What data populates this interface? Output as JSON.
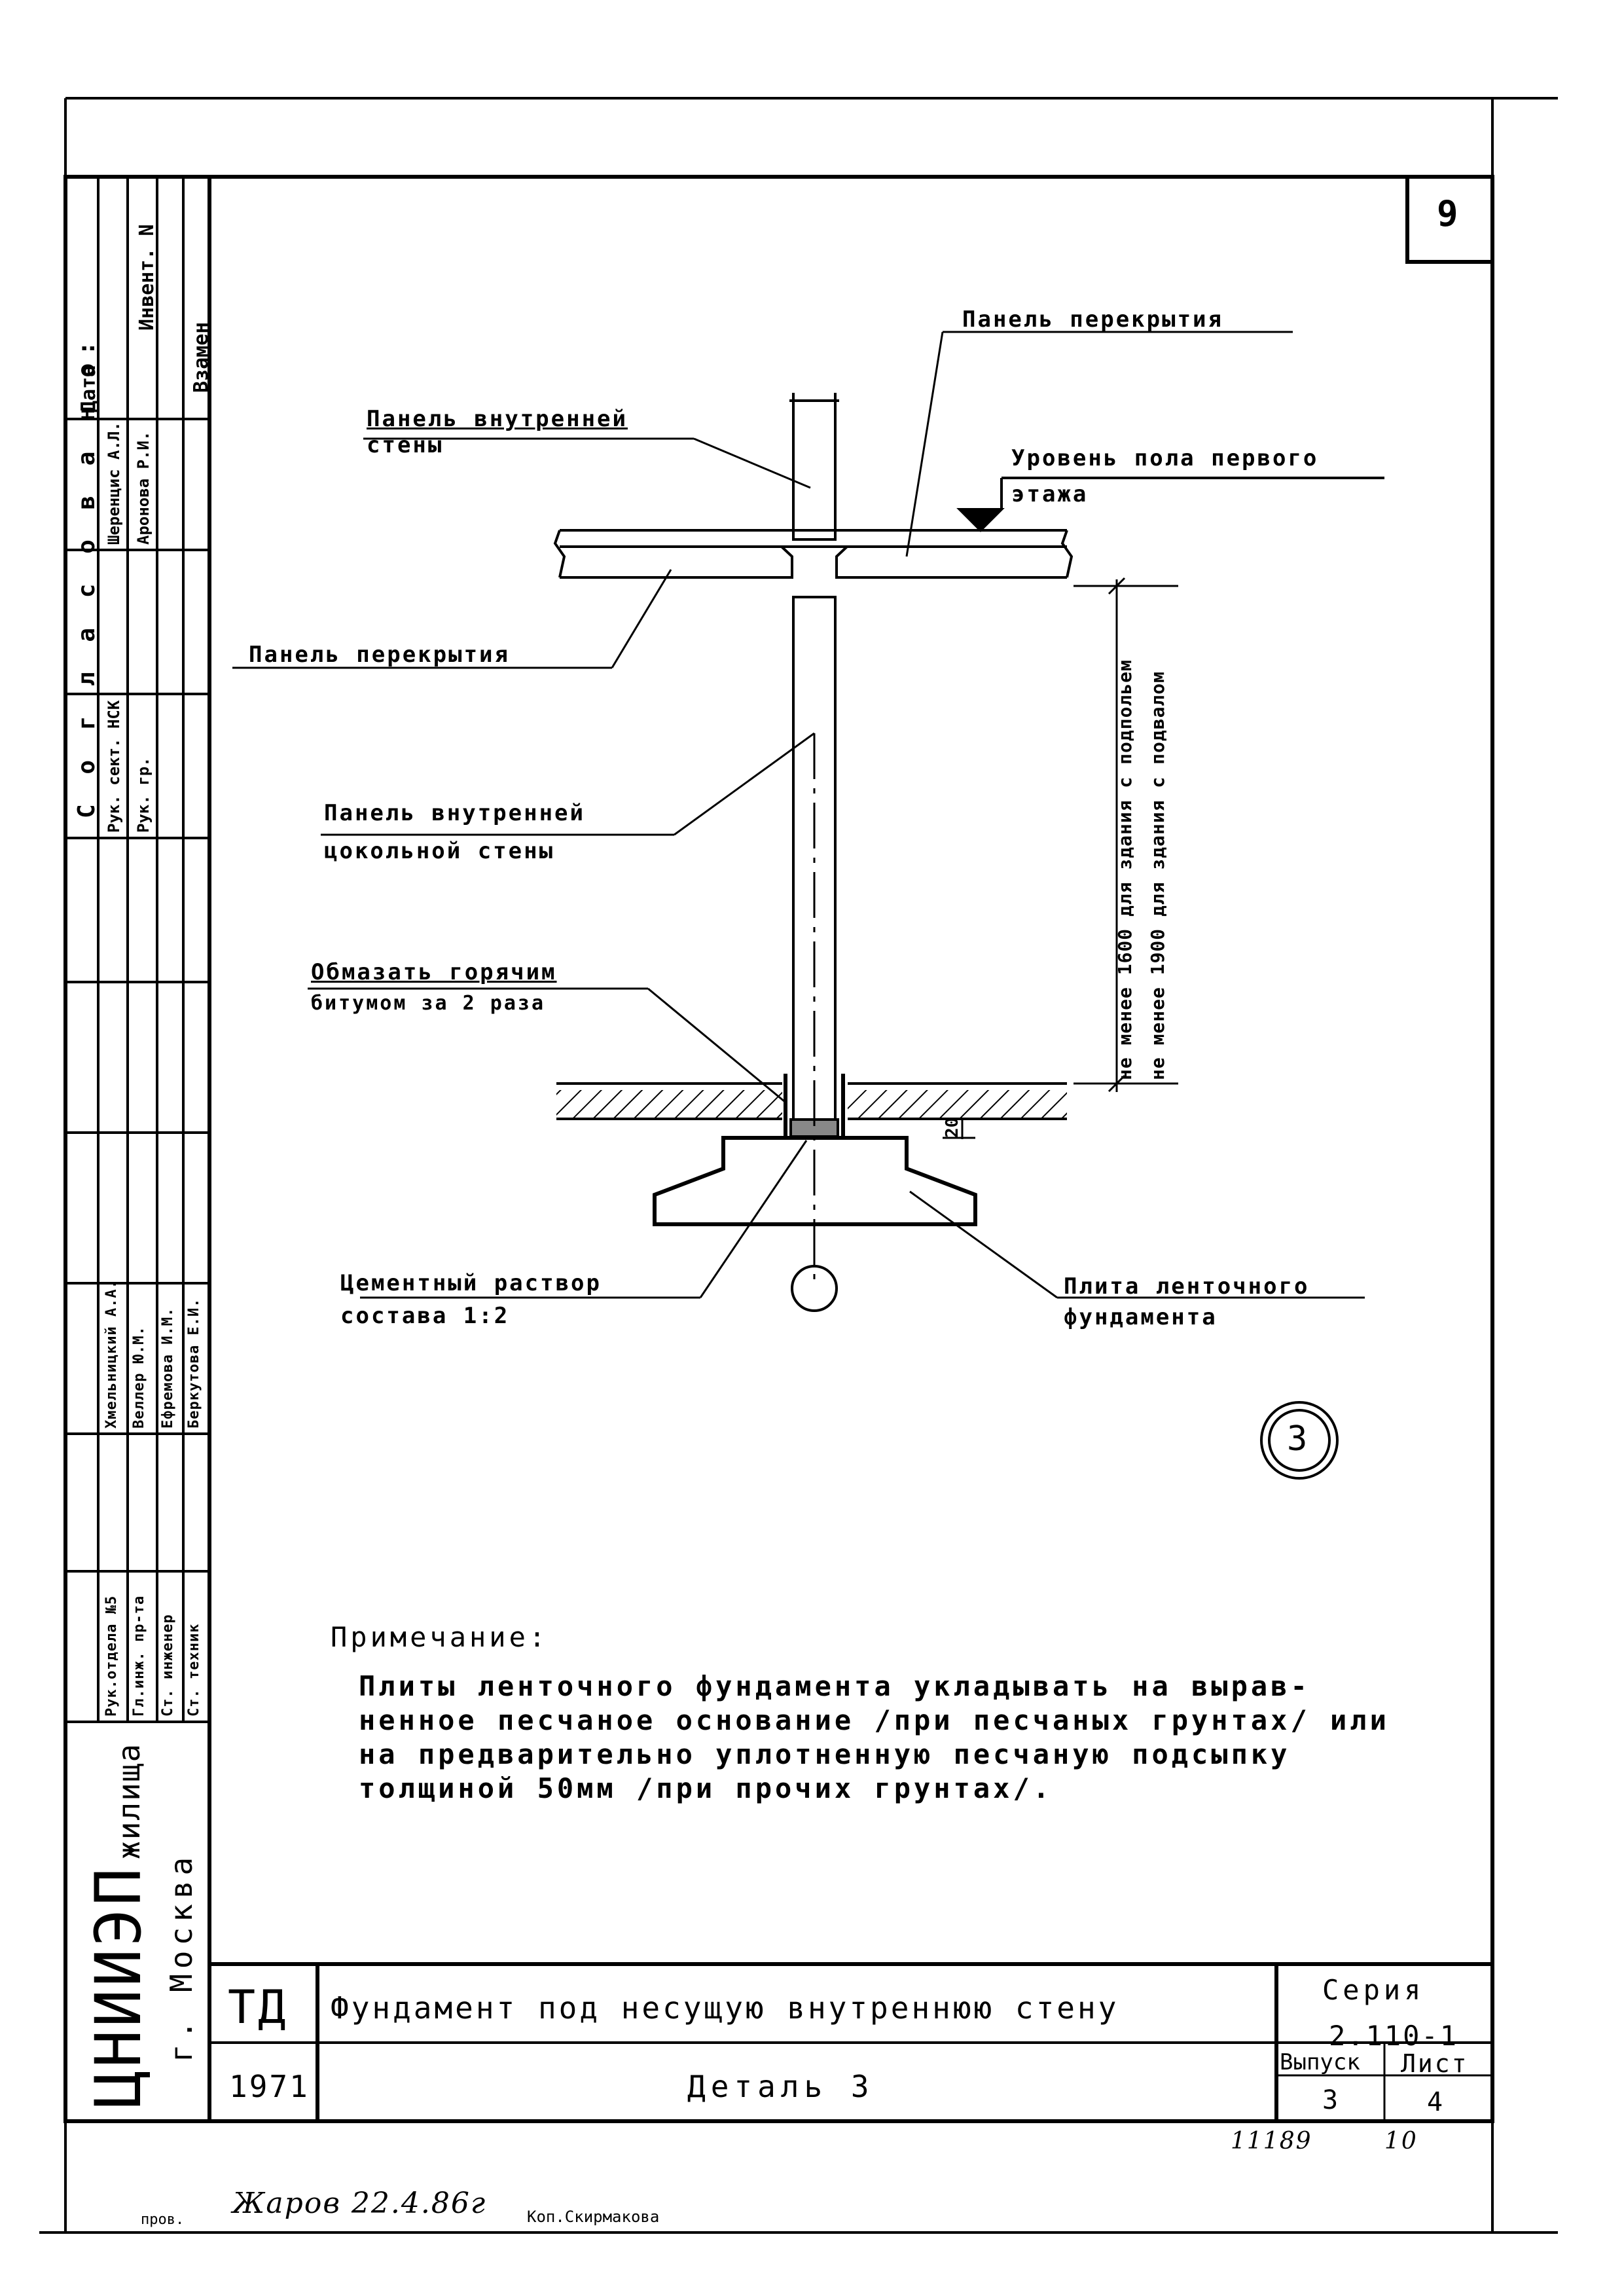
{
  "sheet_number": "9",
  "approvals": {
    "heading": "С о г л а с о в а н о:",
    "date_label": "Дата",
    "inv_label": "Инвент. N",
    "vzamen_label": "Взамен",
    "signatories": [
      "Шеренцис А.Л.",
      "Аронова Р.И."
    ],
    "roles": [
      "Рук. сект. НСК",
      "Рук. гр."
    ]
  },
  "staff": {
    "roles": [
      "Рук.отдела №5",
      "Гл.инж. пр-та",
      "Ст. инженер",
      "Ст. техник"
    ],
    "names": [
      "Хмельницкий А.А.",
      "Веллер Ю.М.",
      "Ефремова И.М.",
      "Беркутова Е.И."
    ]
  },
  "org": {
    "name": "ЦНИИЭП",
    "sub": "жилища",
    "city": "г. Москва"
  },
  "labels": {
    "floor_panel_top": "Панель перекрытия",
    "inner_wall_panel_1": "Панель внутренней",
    "inner_wall_panel_2": "стены",
    "floor_level_1": "Уровень пола первого",
    "floor_level_2": "этажа",
    "floor_panel_left": "Панель перекрытия",
    "plinth_wall_1": "Панель внутренней",
    "plinth_wall_2": "цокольной стены",
    "bitumen_1": "Обмазать горячим",
    "bitumen_2": "битумом за 2 раза",
    "mortar_1": "Цементный раствор",
    "mortar_2": "состава 1:2",
    "footing_1": "Плита ленточного",
    "footing_2": "фундамента",
    "dim_1600": "не менее 1600 для здания с подпольем",
    "dim_1900": "не менее 1900 для здания с подвалом",
    "dim_20": "20",
    "detail_marker": "3"
  },
  "note": {
    "heading": "Примечание:",
    "lines": [
      "Плиты ленточного фундамента укладывать на вырав-",
      "ненное песчаное основание /при песчаных грунтах/ или",
      "на предварительно уплотненную песчаную подсыпку",
      "толщиной 50мм /при прочих грунтах/."
    ]
  },
  "title_block": {
    "code": "ТД",
    "year": "1971",
    "title": "Фундамент под несущую внутреннюю стену",
    "subtitle": "Деталь 3",
    "series_label": "Серия",
    "series_value": "2.110-1",
    "issue_label": "Выпуск",
    "issue_value": "3",
    "sheet_label": "Лист",
    "sheet_value": "4"
  },
  "footer": {
    "number_1": "11189",
    "number_2": "10",
    "checked_label": "пров.",
    "signature": "Жаров 22.4.86г",
    "copied_by": "Коп.Скирмакова"
  }
}
